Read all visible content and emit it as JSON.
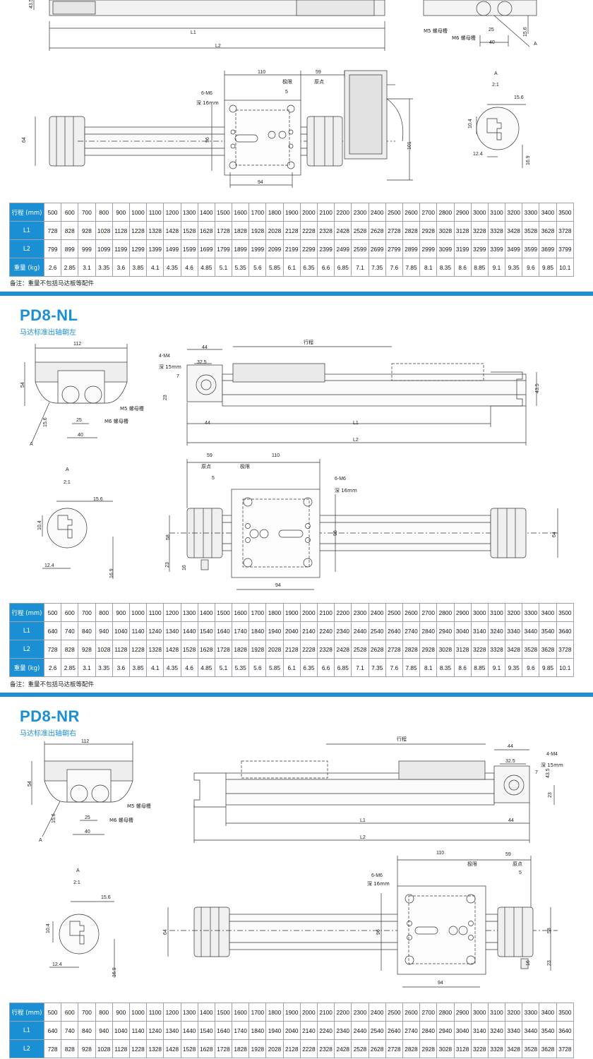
{
  "strokes": [
    500,
    600,
    700,
    800,
    900,
    1000,
    1100,
    1200,
    1300,
    1400,
    1500,
    1600,
    1700,
    1800,
    1900,
    2000,
    2100,
    2200,
    2300,
    2400,
    2500,
    2600,
    2700,
    2800,
    2900,
    3000,
    3100,
    3200,
    3300,
    3400,
    3500
  ],
  "weights": [
    2.6,
    2.85,
    3.1,
    3.35,
    3.6,
    3.85,
    4.1,
    4.35,
    4.6,
    4.85,
    5.1,
    5.35,
    5.6,
    5.85,
    6.1,
    6.35,
    6.6,
    6.85,
    7.1,
    7.35,
    7.6,
    7.85,
    8.1,
    8.35,
    8.6,
    8.85,
    9.1,
    9.35,
    9.6,
    9.85,
    10.1
  ],
  "row_labels": {
    "stroke": "行程 (mm)",
    "l1": "L1",
    "l2": "L2",
    "weight": "重量 (kg)"
  },
  "note": "备注：重量不包括马达板等配件",
  "labels": {
    "stroke": "行程",
    "l1": "L1",
    "l2": "L2",
    "a": "A",
    "scale": "2:1",
    "m5": "M5 螺母槽",
    "m6": "M6 螺母槽",
    "tap_6m6": "6-M6",
    "depth16": "深 16mm",
    "tap_4m4": "4-M4",
    "depth15": "深 15mm",
    "limit": "极限",
    "origin": "原点",
    "d110": "110",
    "d59": "59",
    "d5": "5",
    "d94": "94",
    "d96": "96",
    "d64": "64",
    "d101": "101",
    "d58": "58",
    "d23": "23",
    "d16": "16",
    "d15_6": "15.6",
    "d10_4": "10.4",
    "d12_4": "12.4",
    "d16_9": "16.9",
    "d40": "40",
    "d25": "25",
    "d112": "112",
    "d54": "54",
    "d44": "44",
    "d32_5": "32.5",
    "d7": "7",
    "d43_5": "43.5"
  },
  "sections": {
    "pd8_top": {
      "l1": [
        728,
        828,
        928,
        1028,
        1128,
        1228,
        1328,
        1428,
        1528,
        1628,
        1728,
        1828,
        1928,
        2028,
        2128,
        2228,
        2328,
        2428,
        2528,
        2628,
        2728,
        2828,
        2928,
        3028,
        3128,
        3228,
        3328,
        3428,
        3528,
        3628,
        3728
      ],
      "l2": [
        799,
        899,
        999,
        1099,
        1199,
        1299,
        1399,
        1499,
        1599,
        1699,
        1799,
        1899,
        1999,
        2099,
        2199,
        2299,
        2399,
        2499,
        2599,
        2699,
        2799,
        2899,
        2999,
        3099,
        3199,
        3299,
        3399,
        3499,
        3599,
        3699,
        3799
      ]
    },
    "pd8_nl": {
      "title": "PD8-NL",
      "subtitle": "马达标准出轴朝左",
      "l1": [
        640,
        740,
        840,
        940,
        1040,
        1140,
        1240,
        1340,
        1440,
        1540,
        1640,
        1740,
        1840,
        1940,
        2040,
        2140,
        2240,
        2340,
        2440,
        2540,
        2640,
        2740,
        2840,
        2940,
        3040,
        3140,
        3240,
        3340,
        3440,
        3540,
        3640
      ],
      "l2": [
        728,
        828,
        928,
        1028,
        1128,
        1228,
        1328,
        1428,
        1528,
        1628,
        1728,
        1828,
        1928,
        2028,
        2128,
        2228,
        2328,
        2428,
        2528,
        2628,
        2728,
        2828,
        2928,
        3028,
        3128,
        3228,
        3328,
        3428,
        3528,
        3628,
        3728
      ]
    },
    "pd8_nr": {
      "title": "PD8-NR",
      "subtitle": "马达标准出轴朝右",
      "l1": [
        640,
        740,
        840,
        940,
        1040,
        1140,
        1240,
        1340,
        1440,
        1540,
        1640,
        1740,
        1840,
        1940,
        2040,
        2140,
        2240,
        2340,
        2440,
        2540,
        2640,
        2740,
        2840,
        2940,
        3040,
        3140,
        3240,
        3340,
        3440,
        3540,
        3640
      ],
      "l2": [
        728,
        828,
        928,
        1028,
        1128,
        1228,
        1328,
        1428,
        1528,
        1628,
        1728,
        1828,
        1928,
        2028,
        2128,
        2228,
        2328,
        2428,
        2528,
        2628,
        2728,
        2828,
        2928,
        3028,
        3128,
        3228,
        3328,
        3428,
        3528,
        3628,
        3728
      ]
    }
  }
}
